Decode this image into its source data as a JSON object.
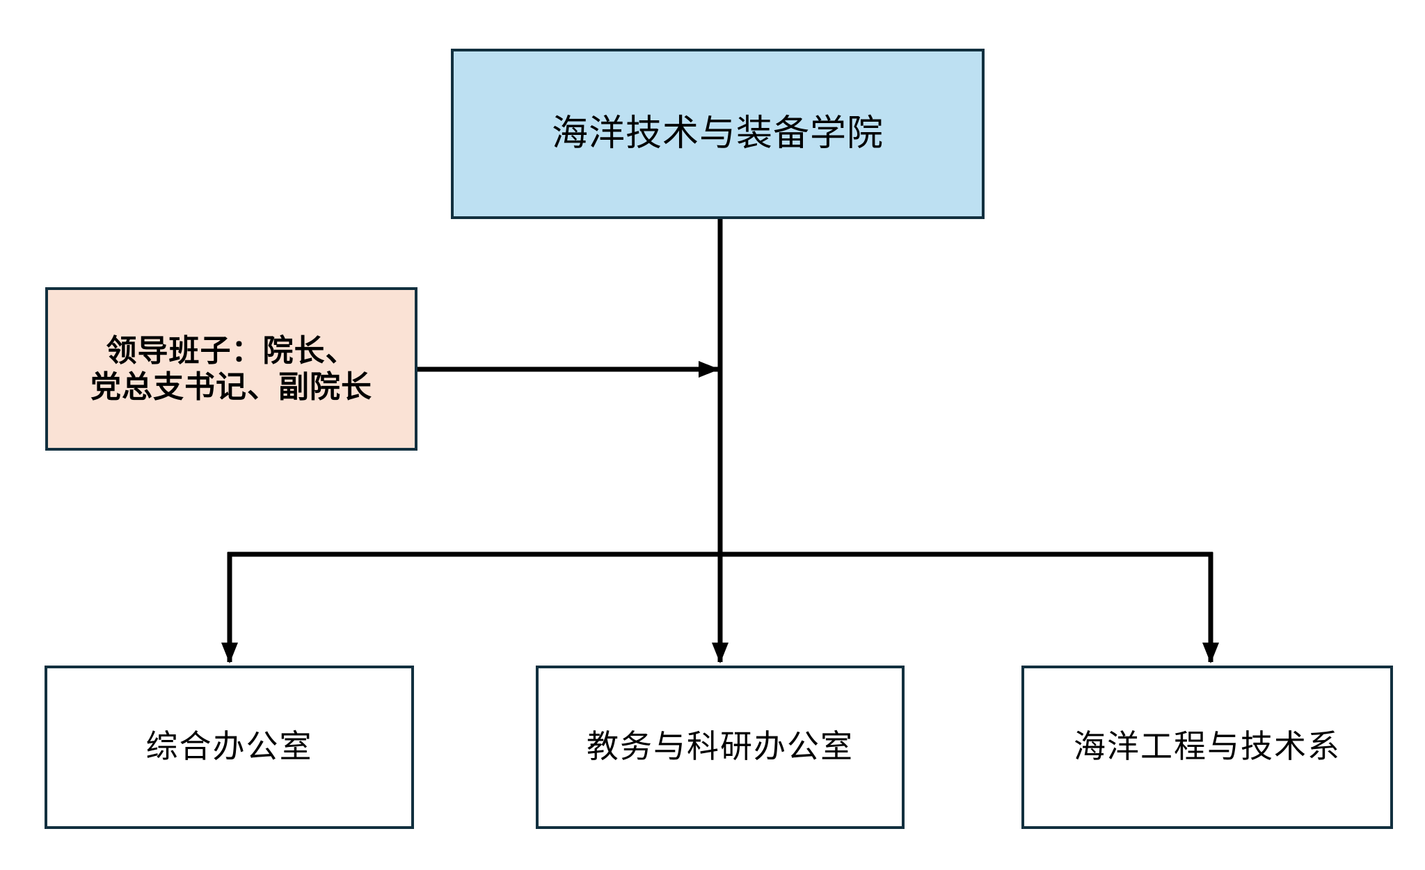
{
  "diagram": {
    "title_node": {
      "label": "海洋技术与装备学院",
      "fill": "#bde0f2",
      "border": "#12303f"
    },
    "leadership_node": {
      "label": "领导班子：院长、\n党总支书记、副院长",
      "fill": "#fae2d5",
      "border": "#12303f"
    },
    "units": [
      {
        "label": "综合办公室",
        "fill": "#ffffff",
        "border": "#12303f"
      },
      {
        "label": "教务与科研办公室",
        "fill": "#ffffff",
        "border": "#12303f"
      },
      {
        "label": "海洋工程与技术系",
        "fill": "#ffffff",
        "border": "#12303f"
      }
    ],
    "connectors": {
      "line_color": "#000000",
      "trunk_label": "vertical-trunk",
      "leadership_arrow_label": "leadership-to-trunk-arrow",
      "distribution_bar_label": "distribution-bar",
      "branch_labels": [
        "branch-arrow-left",
        "branch-arrow-middle",
        "branch-arrow-right"
      ]
    }
  }
}
